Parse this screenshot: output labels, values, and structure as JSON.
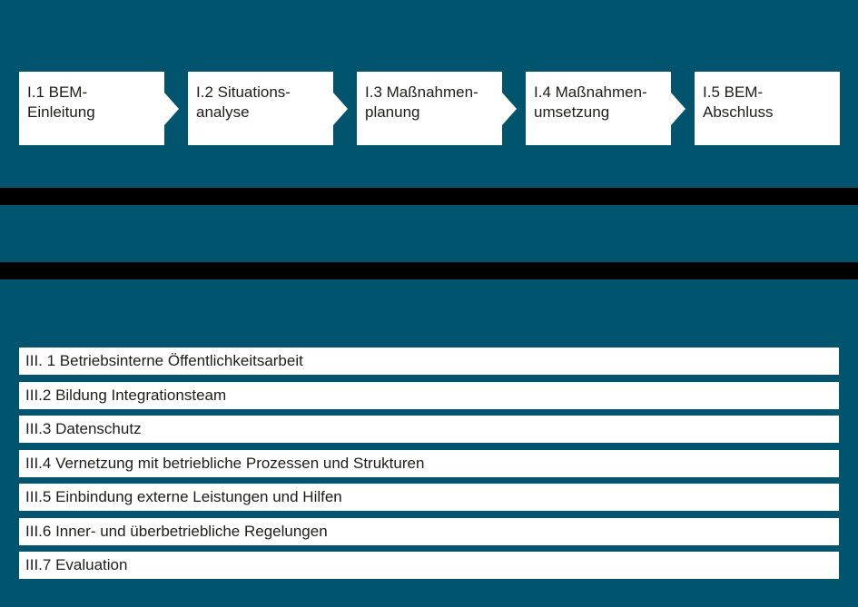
{
  "colors": {
    "background": "#00546E",
    "panel": "#FFFFFF",
    "text": "#1D1D1B",
    "redaction_bar": "#000000"
  },
  "flow": {
    "steps": [
      {
        "lines": [
          "I.1 BEM-",
          "Einleitung"
        ]
      },
      {
        "lines": [
          "I.2 Situations-",
          "analyse"
        ]
      },
      {
        "lines": [
          "I.3 Maßnahmen-",
          "planung"
        ]
      },
      {
        "lines": [
          "I.4 Maßnahmen-",
          "umsetzung"
        ]
      },
      {
        "lines": [
          "I.5 BEM-",
          "Abschluss"
        ]
      }
    ]
  },
  "modules": {
    "items": [
      "III. 1 Betriebsinterne Öffentlichkeitsarbeit",
      "III.2 Bildung Integrationsteam",
      "III.3 Datenschutz",
      "III.4 Vernetzung mit betriebliche Prozessen und Strukturen",
      "III.5 Einbindung externe Leistungen und Hilfen",
      "III.6 Inner- und überbetriebliche Regelungen",
      "III.7 Evaluation"
    ]
  }
}
